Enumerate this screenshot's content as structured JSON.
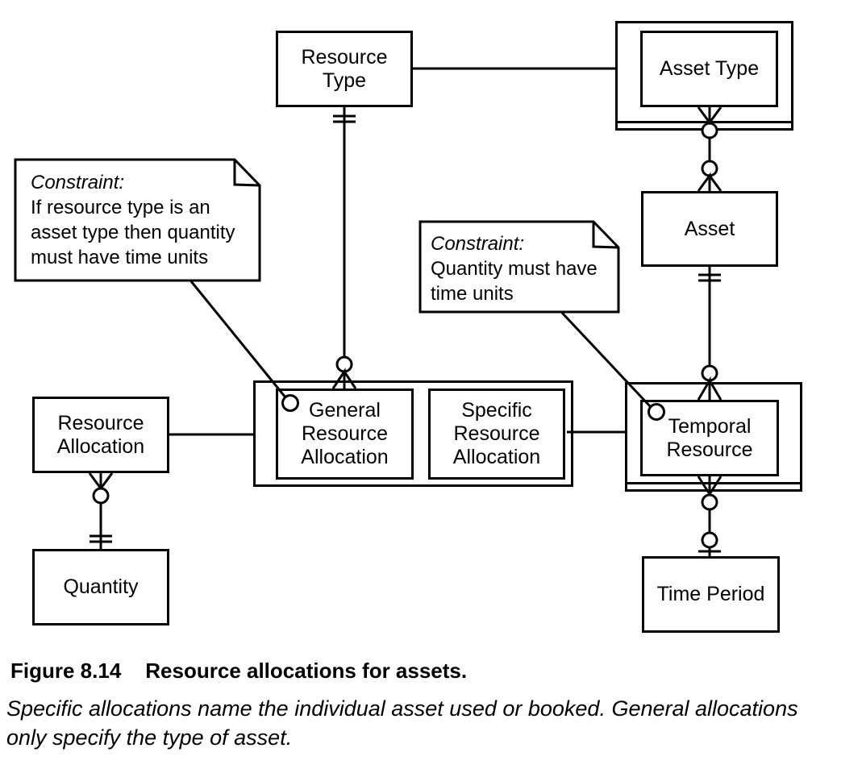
{
  "figure": {
    "label": "Figure 8.14",
    "title": "Resource allocations for assets.",
    "subcaption": "Specific allocations name the individual asset used or booked. General allocations only specify the type of asset."
  },
  "entities": {
    "resource_type": "Resource Type",
    "asset_type": "Asset Type",
    "asset": "Asset",
    "general_resource_allocation": "General Resource Allocation",
    "specific_resource_allocation": "Specific Resource Allocation",
    "resource_allocation": "Resource Allocation",
    "temporal_resource": "Temporal Resource",
    "quantity": "Quantity",
    "time_period": "Time Period"
  },
  "notes": {
    "note1": {
      "title": "Constraint:",
      "body": "If resource type is an asset type then quantity must have time units"
    },
    "note2": {
      "title": "Constraint:",
      "body": "Quantity must have time units"
    }
  },
  "relationships": [
    {
      "from": "Resource Type",
      "to": "Asset Type",
      "notation": "plain link"
    },
    {
      "from": "Resource Type",
      "to": "General Resource Allocation",
      "from_end": "exactly-one (double tick)",
      "to_end": "zero-or-more (circle + crows-foot)"
    },
    {
      "from": "Asset Type",
      "to": "Asset",
      "from_end": "zero-or-more (crows-foot + circle)",
      "to_end": "zero-or-more (circle + crows-foot)"
    },
    {
      "from": "Asset",
      "to": "Temporal Resource",
      "from_end": "exactly-one (double tick)",
      "to_end": "zero-or-more (circle + crows-foot)"
    },
    {
      "from": "Resource Allocation",
      "to": "General / Specific Resource Allocation frame",
      "notation": "plain link to subtype partition"
    },
    {
      "from": "Resource Allocation",
      "to": "Quantity",
      "from_end": "zero-or-more (crows-foot + circle)",
      "to_end": "exactly-one (double tick)"
    },
    {
      "from": "Specific Resource Allocation",
      "to": "Temporal Resource",
      "notation": "plain link"
    },
    {
      "from": "Temporal Resource",
      "to": "Time Period",
      "from_end": "zero-or-more (crows-foot + circle)",
      "to_end": "zero-or-one (circle + tick)"
    },
    {
      "note": "note1",
      "attaches_to": "General Resource Allocation"
    },
    {
      "note": "note2",
      "attaches_to": "Temporal Resource"
    }
  ],
  "colors": {
    "line": "#000000",
    "background": "#ffffff"
  }
}
